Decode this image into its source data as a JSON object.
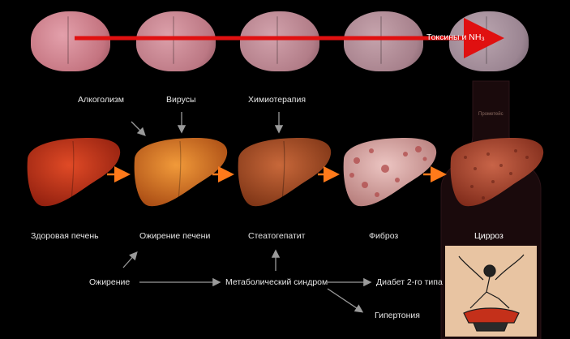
{
  "toxins_label": "Токсины и NH₃",
  "causes": {
    "alcoholism": "Алкоголизм",
    "viruses": "Вирусы",
    "chemotherapy": "Химиотерапия",
    "obesity": "Ожирение",
    "metabolic_syndrome": "Метаболический синдром",
    "diabetes": "Диабет 2-го типа",
    "hypertension": "Гипертония"
  },
  "stages": [
    {
      "label": "Здоровая печень",
      "color": "#c8381a"
    },
    {
      "label": "Ожирение печени",
      "color": "#d9731f"
    },
    {
      "label": "Стеатогепатит",
      "color": "#b5531e"
    },
    {
      "label": "Фиброз",
      "color": "#d9a6a2"
    },
    {
      "label": "Цирроз",
      "color": "#a8452c"
    }
  ],
  "brain_colors": [
    "#d98a96",
    "#cf8d97",
    "#c3909a",
    "#b4919b",
    "#a5919d"
  ],
  "colors": {
    "red_arrow": "#e01010",
    "orange_arrow": "#ff7a1a",
    "gray_arrow": "#9a9a9a",
    "bottle": "#1a0a0c",
    "bottle_label": "#e8c4a2"
  },
  "bottle_text": "Прометейс"
}
